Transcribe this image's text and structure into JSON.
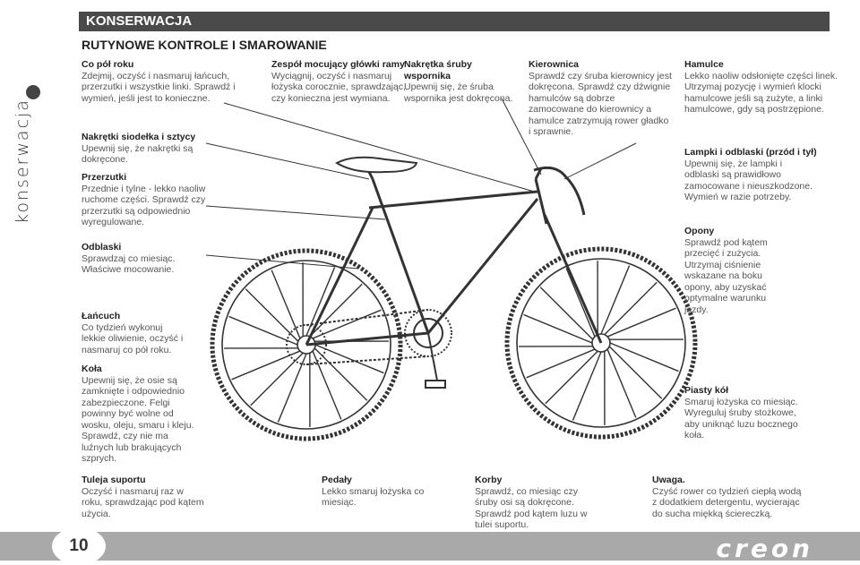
{
  "side_label": "konserwacja",
  "header": "KONSERWACJA",
  "subtitle": "RUTYNOWE KONTROLE I SMAROWANIE",
  "page_number": "10",
  "brand": "creon",
  "notes": {
    "chain_half_year": {
      "title": "Co pół roku",
      "body": "Zdejmij, oczyść i nasmaruj łańcuch, przerzutki i wszystkie linki. Sprawdź i wymień, jeśli jest to konieczne."
    },
    "headset": {
      "title": "Zespół mocujący główki ramy",
      "body": "Wyciągnij, oczyść i nasmaruj łożyska corocznie, sprawdzając, czy konieczna jest wymiana."
    },
    "stem_bolt": {
      "title": "Nakrętka śruby wspornika",
      "body": "Upewnij się, że śruba wspornika jest dokręcona."
    },
    "handlebar": {
      "title": "Kierownica",
      "body": "Sprawdź czy śruba kierownicy jest dokręcona. Sprawdź czy dźwignie hamulców są dobrze zamocowane do kierownicy a hamulce zatrzymują rower gładko i sprawnie."
    },
    "brakes": {
      "title": "Hamulce",
      "body": "Lekko naoliw odsłonięte części linek. Utrzymaj pozycję i wymień klocki hamulcowe jeśli są zużyte, a linki hamulcowe, gdy są postrzępione."
    },
    "saddle": {
      "title": "Nakrętki siodełka i sztycy",
      "body": "Upewnij się, że nakrętki są dokręcone."
    },
    "derailleurs": {
      "title": "Przerzutki",
      "body": "Przednie i tylne - lekko naoliw ruchome części. Sprawdź czy przerzutki są odpowiednio wyregulowane."
    },
    "lights": {
      "title": "Lampki i odblaski (przód i tył)",
      "body": "Upewnij się, że lampki i odblaski są prawidłowo zamocowane i nieuszkodzone. Wymień w razie potrzeby."
    },
    "reflectors": {
      "title": "Odblaski",
      "body": "Sprawdzaj co miesiąc. Właściwe mocowanie."
    },
    "tires": {
      "title": "Opony",
      "body": "Sprawdź pod kątem przecięć i zużycia. Utrzymaj ciśnienie wskazane na boku opony, aby uzyskać optymalne warunku jazdy."
    },
    "chain": {
      "title": "Łańcuch",
      "body": "Co tydzień wykonuj lekkie oliwienie, oczyść i nasmaruj co pół roku."
    },
    "wheels": {
      "title": "Koła",
      "body": "Upewnij się, że osie są zamknięte i odpowiednio zabezpieczone. Felgi powinny być wolne od wosku, oleju, smaru i kleju. Sprawdź, czy nie ma luźnych lub brakujących szprych."
    },
    "hubs": {
      "title": "Piasty kół",
      "body": "Smaruj łożyska co miesiąc. Wyreguluj śruby stożkowe, aby uniknąć luzu bocznego koła."
    },
    "bottom_bracket": {
      "title": "Tuleja suportu",
      "body": "Oczyść i nasmaruj raz w roku, sprawdzając pod kątem użycia."
    },
    "pedals": {
      "title": "Pedały",
      "body": "Lekko smaruj łożyska co miesiąc."
    },
    "cranks": {
      "title": "Korby",
      "body": "Sprawdź, co miesiąc czy śruby osi są dokręcone. Sprawdź pod kątem luzu w tulei suportu."
    },
    "caution": {
      "title": "Uwaga.",
      "body": "Czyść rower co tydzień ciepłą wodą z dodatkiem detergentu, wycierając do sucha miękką ściereczką."
    }
  },
  "colors": {
    "header_bg": "#4a4a4a",
    "footer_bg": "#a9a9a9",
    "text": "#3a3a3a"
  }
}
